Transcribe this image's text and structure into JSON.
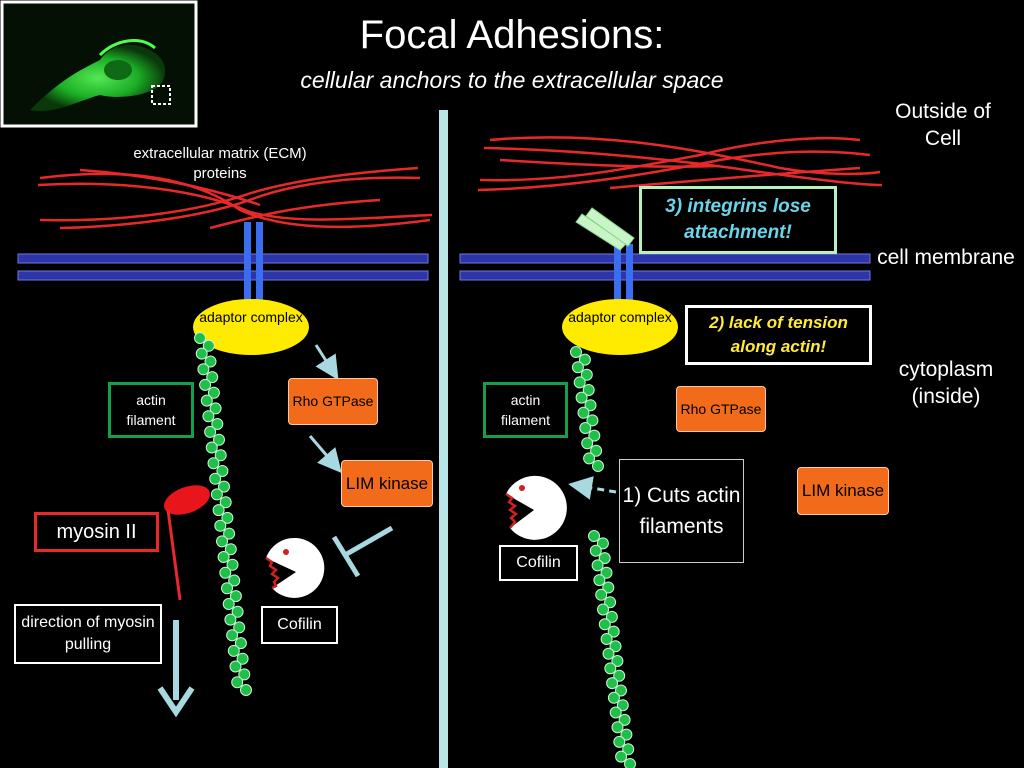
{
  "title": "Focal Adhesions:",
  "subtitle": "cellular anchors to the extracellular space",
  "image_description": "green fluorescent cell micrograph",
  "side_labels": {
    "outside": "Outside of Cell",
    "membrane": "cell membrane",
    "cytoplasm": "cytoplasm (inside)"
  },
  "left_panel": {
    "ecm_label": "extracellular matrix (ECM) proteins",
    "adaptor": "adaptor complex",
    "actin": "actin filament",
    "rho": "Rho GTPase",
    "lim": "LIM kinase",
    "myosin": "myosin II",
    "cofilin": "Cofilin",
    "direction": "direction of myosin pulling"
  },
  "right_panel": {
    "adaptor": "adaptor complex",
    "actin": "actin filament",
    "rho": "Rho GTPase",
    "lim": "LIM kinase",
    "cofilin": "Cofilin",
    "cuts": "1) Cuts actin filaments",
    "tension": "2) lack of tension along actin!",
    "integrins": "3) integrins lose attachment!"
  },
  "colors": {
    "background": "#000000",
    "ecm_fiber": "#e8282a",
    "membrane": "#2e35a8",
    "integrin": "#3a6df0",
    "adaptor": "#ffeb00",
    "actin_bead": "#1fbf4a",
    "kinase": "#f26b1a",
    "arrow": "#a8d8e0"
  }
}
